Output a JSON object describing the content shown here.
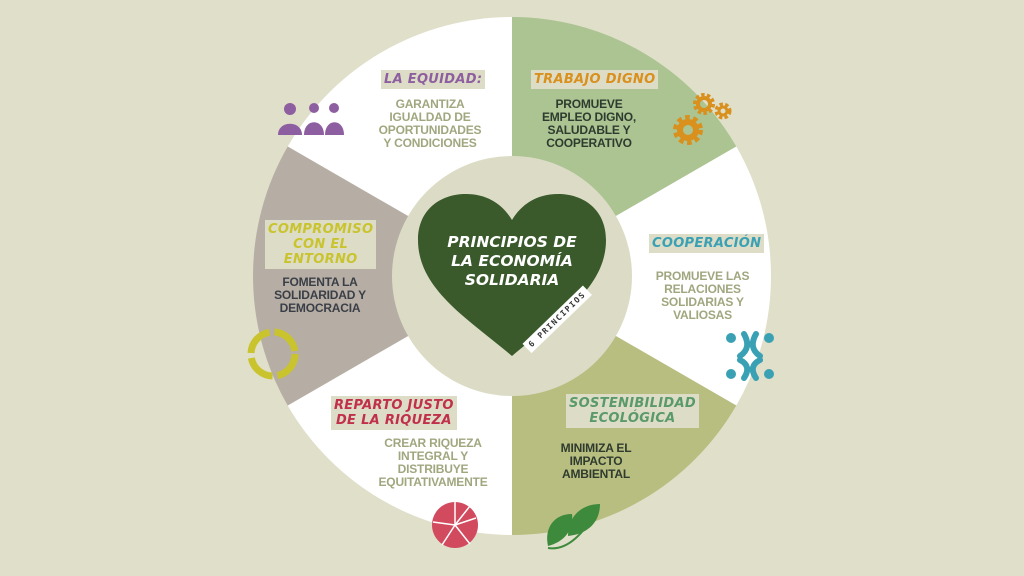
{
  "center": {
    "title_lines": [
      "PRINCIPIOS DE",
      "LA ECONOMÍA",
      "SOLIDARIA"
    ],
    "badge": "6 PRINCIPIOS"
  },
  "principles": [
    {
      "title": "LA EQUIDAD:",
      "body": [
        "GARANTIZA",
        "IGUALDAD DE",
        "OPORTUNIDADES",
        "Y CONDICIONES"
      ],
      "icon": "people-icon",
      "color": "#8e5fa0"
    },
    {
      "title": "TRABAJO DIGNO",
      "body": [
        "PROMUEVE",
        "EMPLEO DIGNO,",
        "SALUDABLE Y",
        "COOPERATIVO"
      ],
      "icon": "gears-icon",
      "color": "#d9901d"
    },
    {
      "title": "COOPERACIÓN",
      "body": [
        "PROMUEVE LAS",
        "RELACIONES",
        "SOLIDARIAS Y",
        "VALIOSAS"
      ],
      "icon": "cooperation-icon",
      "color": "#3aa1b4"
    },
    {
      "title_lines": [
        "SOSTENIBILIDAD",
        "ECOLÓGICA"
      ],
      "body": [
        "MINIMIZA EL",
        "IMPACTO",
        "AMBIENTAL"
      ],
      "icon": "leaves-icon",
      "color": "#5a9a6a"
    },
    {
      "title_lines": [
        "REPARTO JUSTO",
        "DE LA RIQUEZA"
      ],
      "body": [
        "CREAR RIQUEZA",
        "INTEGRAL Y",
        "DISTRIBUYE",
        "EQUITATIVAMENTE"
      ],
      "icon": "pie-icon",
      "color": "#c0304a"
    },
    {
      "title_lines": [
        "COMPROMISO",
        "CON EL",
        "ENTORNO"
      ],
      "body": [
        "FOMENTA LA",
        "SOLIDARIDAD Y",
        "DEMOCRACIA"
      ],
      "icon": "cycle-icon",
      "color": "#c9c42e"
    }
  ]
}
